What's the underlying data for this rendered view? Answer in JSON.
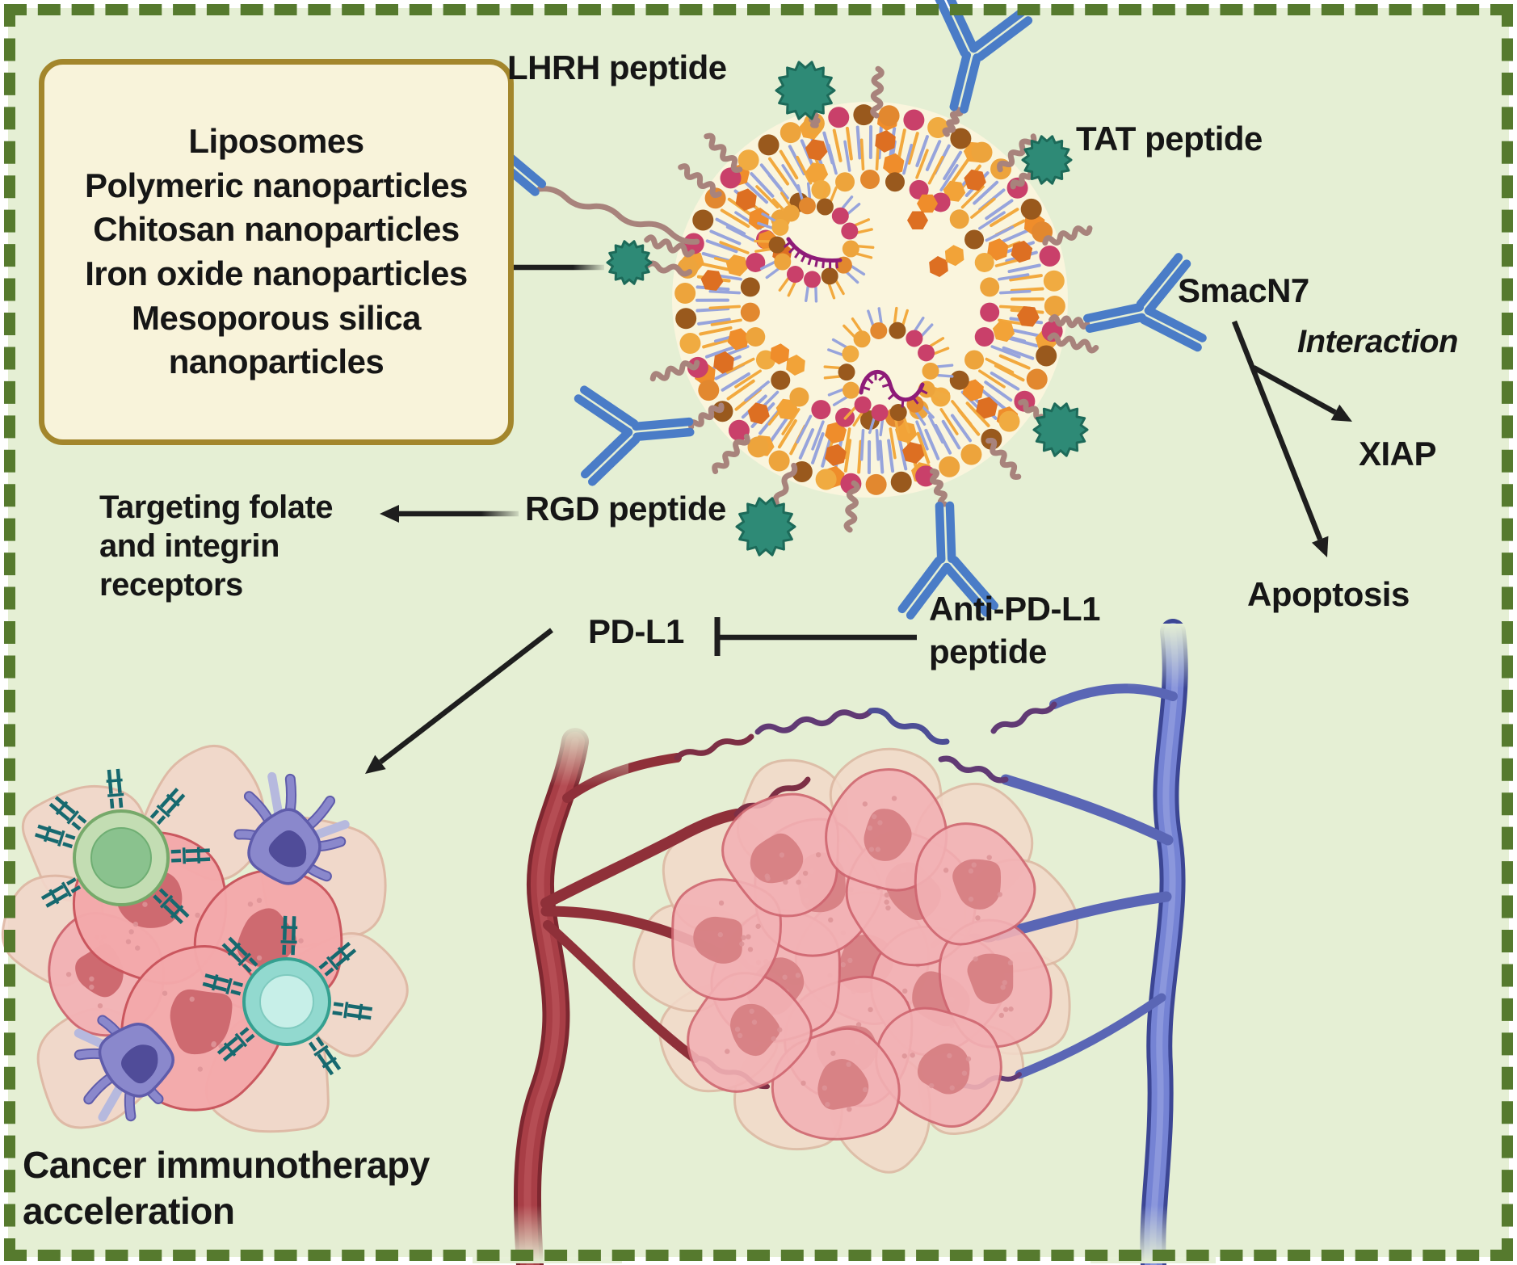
{
  "figure": {
    "background_color": "#e5efd4",
    "frame_color": "#567a2e",
    "text_color": "#161616"
  },
  "nanoparticle_types_box": {
    "fill": "#f8f3da",
    "border_color": "#a3862c",
    "items": [
      "Liposomes",
      "Polymeric nanoparticles",
      "Chitosan nanoparticles",
      "Iron oxide nanoparticles",
      "Mesoporous silica nanoparticles"
    ]
  },
  "labels": {
    "lhrh_peptide": "LHRH peptide",
    "tat_peptide": "TAT peptide",
    "smac_n7": "SmacN7",
    "interaction": "Interaction",
    "xiap": "XIAP",
    "apoptosis": "Apoptosis",
    "rgd_peptide": "RGD peptide",
    "targeting_line1": "Targeting folate",
    "targeting_line2": "and integrin",
    "targeting_line3": "receptors",
    "pd_l1": "PD-L1",
    "anti_pd_l1_line1": "Anti-PD-L1",
    "anti_pd_l1_line2": "peptide",
    "caption_line1": "Cancer immunotherapy",
    "caption_line2": "acceleration"
  },
  "icons": {
    "antibody_color": "#4a7cc7",
    "peptide_star_color": "#2e8a76",
    "peptide_star_edge": "#1d6a59",
    "peg_chain_color": "#a8837c",
    "rna_color": "#8e1b78",
    "lipid_head_colors": [
      "#eda43c",
      "#c9406a",
      "#99591d",
      "#e2882f"
    ],
    "lipid_tail_colors": [
      "#97a4dc",
      "#f2a93e"
    ],
    "drug_hex_colors": [
      "#ef8d2b",
      "#dd6f22",
      "#f2a338"
    ],
    "artery_color": "#a83e46",
    "vein_color": "#7583d4",
    "capillary_color": "#613a74",
    "tumor_cell_color": "#f3b2b5",
    "tumor_cell_edge": "#cf6670",
    "immune_green": "#8ac28e",
    "immune_purple": "#8a88cc",
    "immune_teal": "#92d9cf",
    "receptor_color": "#16696f",
    "arrow_color": "#1e1e1e"
  }
}
